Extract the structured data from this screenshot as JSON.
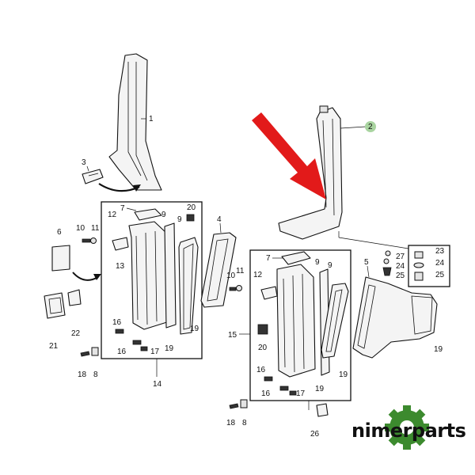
{
  "labels": {
    "l1": "1",
    "l2": "2",
    "l3": "3",
    "l4": "4",
    "l5": "5",
    "l6": "6",
    "l7a": "7",
    "l8a": "8",
    "l9a": "9",
    "l9b": "9",
    "l10": "10",
    "l11a": "11",
    "l12a": "12",
    "l13": "13",
    "l14": "14",
    "l16a": "16",
    "l16b": "16",
    "l17a": "17",
    "l18a": "18",
    "l19a": "19",
    "l20a": "20",
    "l21": "21",
    "l22": "22",
    "l7b": "7",
    "l8b": "8",
    "l9c": "9",
    "l9d": "9",
    "l10b": "10",
    "l11b": "11",
    "l12b": "12",
    "l15": "15",
    "l16c": "16",
    "l16d": "16",
    "l17b": "17",
    "l18b": "18",
    "l19b": "19",
    "l19c": "19",
    "l19d": "19",
    "l20b": "20",
    "l23": "23",
    "l24a": "24",
    "l24b": "24",
    "l25a": "25",
    "l25b": "25",
    "l26": "26",
    "l27": "27"
  },
  "brand": {
    "logo_text": "nimerparts",
    "gear_color": "#3c8a2e",
    "badge_color": "#a9d4a0"
  },
  "arrow_color": "#e21a1a"
}
